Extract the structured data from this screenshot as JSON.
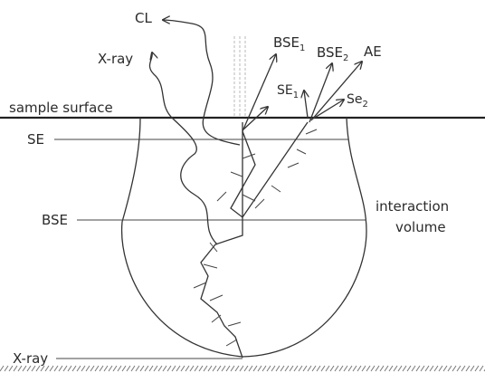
{
  "labels": {
    "cl": "CL",
    "xray_top": "X-ray",
    "bse1_main": "BSE",
    "bse1_sub": "1",
    "bse2_main": "BSE",
    "bse2_sub": "2",
    "ae": "AE",
    "se1_main": "SE",
    "se1_sub": "1",
    "se2_main": "Se",
    "se2_sub": "2",
    "sample_surface": "sample surface",
    "se_depth": "SE",
    "bse_depth": "BSE",
    "xray_depth": "X-ray",
    "interaction": "interaction",
    "volume": "volume"
  },
  "colors": {
    "line": "#333333",
    "text": "#2b2b2b",
    "beam": "#b8b8b8"
  }
}
